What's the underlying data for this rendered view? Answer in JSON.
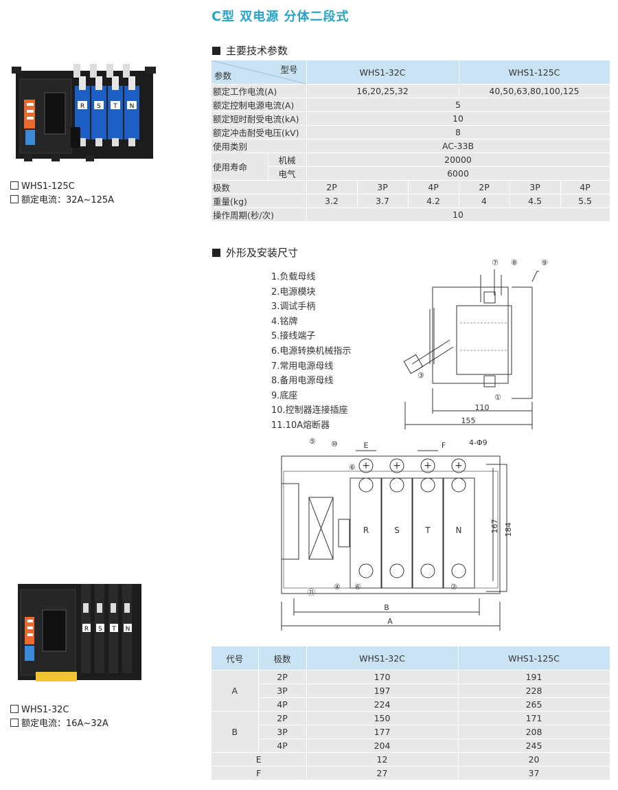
{
  "title": {
    "c": "C",
    "rest": "型 双电源 分体二段式"
  },
  "section1": "主要技术参数",
  "section2": "外形及安装尺寸",
  "products": [
    {
      "model": "WHS1-125C",
      "current": "额定电流：32A~125A"
    },
    {
      "model": "WHS1-32C",
      "current": "额定电流：16A~32A"
    }
  ],
  "spec": {
    "corner_top": "型号",
    "corner_bottom": "参数",
    "model_a": "WHS1-32C",
    "model_b": "WHS1-125C",
    "rows": {
      "rated_current": {
        "label": "额定工作电流(A)",
        "a": "16,20,25,32",
        "b": "40,50,63,80,100,125"
      },
      "control_current": {
        "label": "额定控制电源电流(A)",
        "v": "5"
      },
      "short_current": {
        "label": "额定短时耐受电流(kA)",
        "v": "10"
      },
      "impulse_voltage": {
        "label": "额定冲击耐受电压(kV)",
        "v": "8"
      },
      "category": {
        "label": "使用类别",
        "v": "AC-33B"
      },
      "life": {
        "label": "使用寿命",
        "mech_label": "机械",
        "mech": "20000",
        "elec_label": "电气",
        "elec": "6000"
      },
      "poles": {
        "label": "极数",
        "vals": [
          "2P",
          "3P",
          "4P",
          "2P",
          "3P",
          "4P"
        ]
      },
      "weight": {
        "label": "重量(kg)",
        "vals": [
          "3.2",
          "3.7",
          "4.2",
          "4",
          "4.5",
          "5.5"
        ]
      },
      "cycle": {
        "label": "操作周期(秒/次)",
        "v": "10"
      }
    }
  },
  "legend": [
    "1.负载母线",
    "2.电源模块",
    "3.调试手柄",
    "4.铭牌",
    "5.接线端子",
    "6.电源转换机械指示",
    "7.常用电源母线",
    "8.备用电源母线",
    "9.底座",
    "10.控制器连接插座",
    "11.10A熔断器"
  ],
  "drawing": {
    "circ": [
      "①",
      "②",
      "③",
      "④",
      "⑤",
      "⑥",
      "⑦",
      "⑧",
      "⑨",
      "⑩",
      "⑪"
    ],
    "dim_110": "110",
    "dim_155": "155",
    "dim_E": "E",
    "dim_F": "F",
    "dim_holes": "4-Φ9",
    "dim_167": "167",
    "dim_184": "184",
    "dim_B": "B",
    "dim_A": "A",
    "phases": [
      "R",
      "S",
      "T",
      "N"
    ]
  },
  "dims": {
    "headers": [
      "代号",
      "极数",
      "WHS1-32C",
      "WHS1-125C"
    ],
    "A_label": "A",
    "B_label": "B",
    "A_rows": [
      [
        "2P",
        "170",
        "191"
      ],
      [
        "3P",
        "197",
        "228"
      ],
      [
        "4P",
        "224",
        "265"
      ]
    ],
    "B_rows": [
      [
        "2P",
        "150",
        "171"
      ],
      [
        "3P",
        "177",
        "208"
      ],
      [
        "4P",
        "204",
        "245"
      ]
    ],
    "E": {
      "label": "E",
      "a": "12",
      "b": "20"
    },
    "F": {
      "label": "F",
      "a": "27",
      "b": "37"
    }
  }
}
